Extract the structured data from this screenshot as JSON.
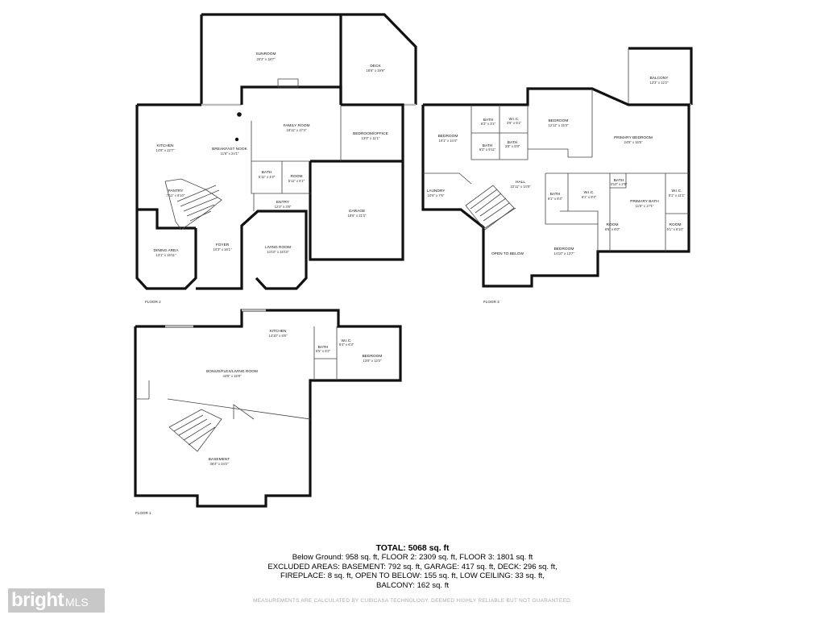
{
  "floors": [
    {
      "id": "floor2",
      "label": "FLOOR 2"
    },
    {
      "id": "floor3",
      "label": "FLOOR 3"
    },
    {
      "id": "floor1",
      "label": "FLOOR 1"
    }
  ],
  "rooms": {
    "sunroom": {
      "name": "SUNROOM",
      "dim": "20'3\" x 18'7\""
    },
    "deck": {
      "name": "DECK",
      "dim": "16'6\" x 19'9\""
    },
    "family_room": {
      "name": "FAMILY ROOM",
      "dim": "18'11\" x 17'4\""
    },
    "bedroom_office": {
      "name": "BEDROOM/OFFICE",
      "dim": "13'3\" x 11'1\""
    },
    "kitchen_f2": {
      "name": "KITCHEN",
      "dim": "14'8\" x 22'7\""
    },
    "breakfast": {
      "name": "BREAKFAST NOOK",
      "dim": "11'6\" x 24'1\""
    },
    "bath_f2": {
      "name": "BATH",
      "dim": "5'11\" x 4'4\""
    },
    "room_f2": {
      "name": "ROOM",
      "dim": "5'11\" x 6'1\""
    },
    "pantry": {
      "name": "PANTRY",
      "dim": "7'11\" x 6'10\""
    },
    "entry": {
      "name": "ENTRY",
      "dim": "12'3\" x 3'8\""
    },
    "garage": {
      "name": "GARAGE",
      "dim": "18'6\" x 21'3\""
    },
    "dining": {
      "name": "DINING AREA",
      "dim": "13'1\" x 16'11\""
    },
    "foyer": {
      "name": "FOYER",
      "dim": "10'3\" x 16'1\""
    },
    "living": {
      "name": "LIVING ROOM",
      "dim": "14'10\" x 16'10\""
    },
    "balcony": {
      "name": "BALCONY",
      "dim": "13'3\" x 12'2\""
    },
    "bedroom1_f3": {
      "name": "BEDROOM",
      "dim": "10'1\" x 14'4\""
    },
    "bath1_f3": {
      "name": "BATH",
      "dim": "6'3\" x 3'1\""
    },
    "wic1_f3": {
      "name": "W.I.C.",
      "dim": "3'6\" x 5'1\""
    },
    "bath2_f3": {
      "name": "BATH",
      "dim": "6'2\" x 6'11\""
    },
    "bath3_f3": {
      "name": "BATH",
      "dim": "3'8\" x 5'9\""
    },
    "bedroom2_f3": {
      "name": "BEDROOM",
      "dim": "12'11\" x 15'3\""
    },
    "primary_bedroom": {
      "name": "PRIMARY BEDROOM",
      "dim": "24'5\" x 16'5\""
    },
    "laundry": {
      "name": "LAUNDRY",
      "dim": "10'6\" x 7'6\""
    },
    "hall": {
      "name": "HALL",
      "dim": "22'11\" x 14'8\""
    },
    "bath4_f3": {
      "name": "BATH",
      "dim": "6'1\" x 8'4\""
    },
    "wic2_f3": {
      "name": "W.I.C.",
      "dim": "6'1\" x 8'4\""
    },
    "bath5_f3": {
      "name": "BATH",
      "dim": "3'10\" x 2'9\""
    },
    "primary_bath": {
      "name": "PRIMARY BATH",
      "dim": "11'6\" x 17'1\""
    },
    "wic3_f3": {
      "name": "W.I.C.",
      "dim": "5'1\" x 11'1\""
    },
    "room1_f3": {
      "name": "ROOM",
      "dim": "6'6\" x 6'0\""
    },
    "room2_f3": {
      "name": "ROOM",
      "dim": "5'1\" x 6'10\""
    },
    "open_below": {
      "name": "OPEN TO BELOW",
      "dim": ""
    },
    "bedroom3_f3": {
      "name": "BEDROOM",
      "dim": "14'10\" x 13'7\""
    },
    "kitchen_f1": {
      "name": "KITCHEN",
      "dim": "14'10\" x 8'6\""
    },
    "bath_f1": {
      "name": "BATH",
      "dim": "5'5\" x 6'2\""
    },
    "wic_f1": {
      "name": "W.I.C.",
      "dim": "5'4\" x 6'3\""
    },
    "bedroom_f1": {
      "name": "BEDROOM",
      "dim": "13'8\" x 12'2\""
    },
    "bonus_living": {
      "name": "BONUS/FLEX/LIVING ROOM",
      "dim": "44'8\" x 15'9\""
    },
    "basement": {
      "name": "BASEMENT",
      "dim": "36'4\" x 24'2\""
    }
  },
  "totals": {
    "title": "TOTAL: 5068 sq. ft",
    "line1": "Below Ground: 958 sq. ft, FLOOR 2: 2309 sq. ft, FLOOR 3: 1801 sq. ft",
    "line2": "EXCLUDED AREAS: BASEMENT: 792 sq. ft, GARAGE: 417 sq. ft, DECK: 296 sq. ft,",
    "line3": "FIREPLACE: 8 sq. ft, OPEN TO BELOW: 155 sq. ft, LOW CEILING: 33 sq. ft,",
    "line4": "BALCONY: 162 sq. ft"
  },
  "disclaimer": "MEASUREMENTS ARE CALCULATED BY CUBICASA TECHNOLOGY. DEEMED HIGHLY RELIABLE BUT NOT GUARANTEED.",
  "logo": {
    "brand": "bright",
    "suffix": "MLS"
  }
}
